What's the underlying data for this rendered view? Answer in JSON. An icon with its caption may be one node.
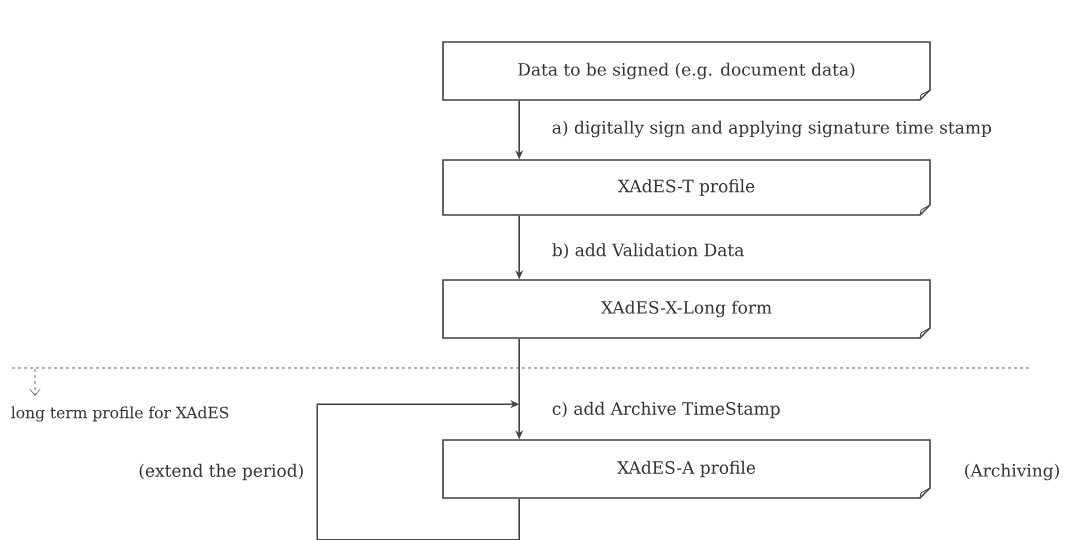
{
  "diagram": {
    "nodes": [
      {
        "text": [
          "Data to be signed (e.g. document data)"
        ]
      },
      {
        "text": [
          "XAdES-T profile"
        ]
      },
      {
        "text": [
          "XAdES-X-Long form"
        ]
      },
      {
        "text": [
          "XAdES-A profile"
        ],
        "beside": [
          "(Archiving)"
        ]
      }
    ],
    "edges": [
      {
        "from": 0,
        "to": 1,
        "arrow": "to",
        "label": "a) digitally sign and applying signature time stamp"
      },
      {
        "from": 1,
        "to": 2,
        "arrow": "to",
        "label": "b) add Validation Data"
      },
      {
        "from": 2,
        "to": 3,
        "arrow": "to",
        "label": "c) add Archive TimeStamp"
      },
      {
        "from": 3,
        "to": 3,
        "arrow": "to",
        "label": "(extend the period)"
      }
    ],
    "labels": [
      "long term profile for XAdES"
    ]
  }
}
